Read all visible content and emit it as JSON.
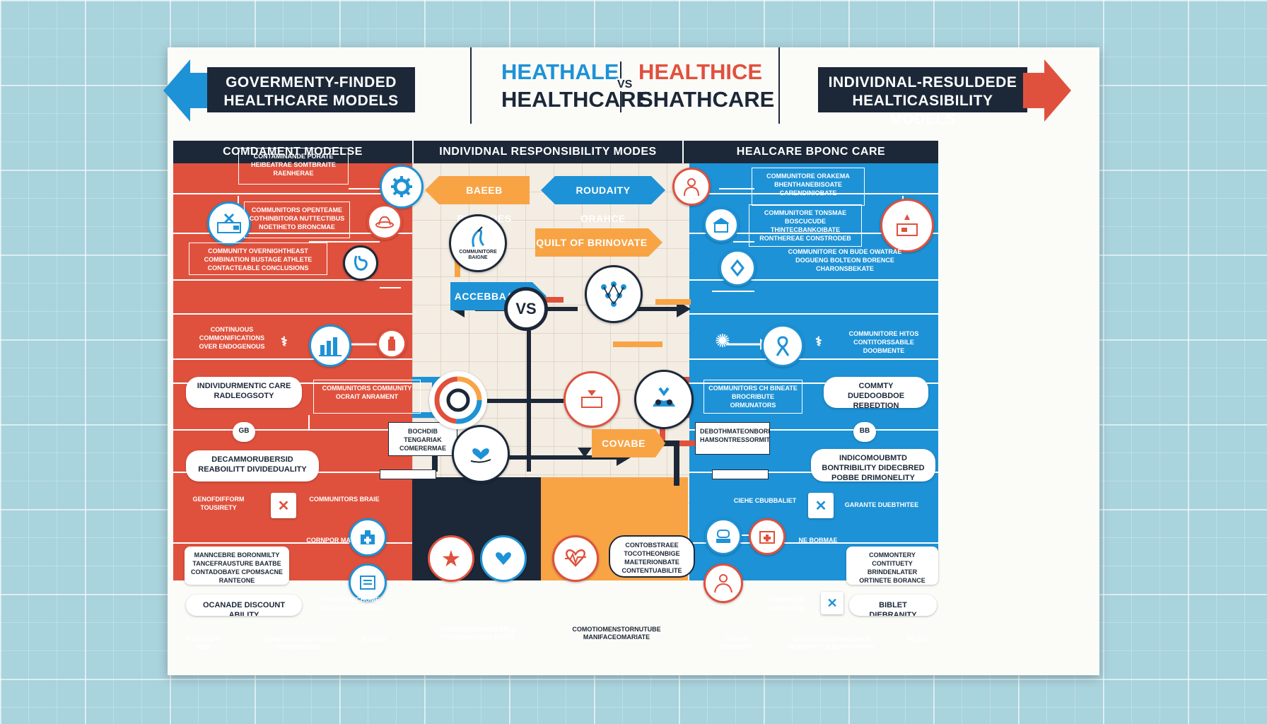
{
  "header": {
    "left_title_line1": "GOVERMENTY-FINDED",
    "left_title_line2": "HEALTHCARE MODELS",
    "center_left_top": "HEATHALE",
    "center_left_bottom": "HEALTHCARE",
    "center_vs": "VS",
    "center_right_top": "HEALTHICE",
    "center_right_bottom": "SHATHCARE",
    "right_title_line1": "INDIVIDNAL-RESULDEDE",
    "right_title_line2": "HEALTICASIBILITY MODELS"
  },
  "sections": {
    "left": "COMDAMENT MODELSE",
    "center": "INDIVIDNAL RESPONSIBILITY MODES",
    "right": "HEALCARE BPONC CARE"
  },
  "center_tags": {
    "tag1": "BAEEB BUSINOES",
    "tag2": "ROUDAITY ORAHCE",
    "tag3": "QUILT OF BRINOVATE",
    "tag4": "ACCEBBAACE",
    "tag5": "COVABE",
    "vs": "VS"
  },
  "left_panel": {
    "box1": "CONTAMINANDE PORATE HEIBEATRAE SOMTBRAITE RAENHERAE",
    "box2": "COMMUNITORS OPENTEAME COTHINBITORA NUTTECTIBUS NOETIHETO BRONCMAE",
    "box3": "COMMUNITY OVERNIGHTHEAST COMBINATION BUSTAGE ATHLETE CONTACTEABLE CONCLUSIONS",
    "box4": "CONTINUOUS COMMONIFICATIONS OVER ENDOGENOUS",
    "pill1": "INDIVIDURMENTIC CARE RADLEOGSOTY",
    "box5": "COMMUNITORS COMMUNITY OCRAIT ANRAMENT",
    "badge1": "GB",
    "pill2": "DECAMMORUBERSID REABOILITT DIVIDEDUALITY",
    "box6": "GENOFDIFFORM TOUSIRETY",
    "box7": "COMMUNITORS BRAIE",
    "pill3": "MANNCEBRE BORONMILTY TANCEFRAUSTURE BAATBE CONTADOBAYE CPOMSACNE RANTEONE",
    "box8": "CORNPOR MAT",
    "pill4": "OCANADE DISCOUNT ABILITY",
    "box9": "COMCOTECHOME DIOTROLIC RADENS",
    "foot1": "RAENGIEB RBB",
    "foot2": "COMMUNIGENERATION GAMINGEBUS",
    "foot3": "RAE RB",
    "wbox1": "BOCHDIB TENGARIAK COMERERMAE"
  },
  "center_panel": {
    "circle_label": "COMMUNITORE BAIGNE",
    "pill": "CONTOBSTRAEE TOCOTHEONBIGE MAETERIONBATE CONTENTUABILITE",
    "foot_navy": "COMBIDEMORAGEABLE CUVABANIGABE ENTRE",
    "foot_orange": "COMOTIOMENSTORNUTUBE MANIFACEOMARIATE"
  },
  "right_panel": {
    "box1": "COMMUNITORE ORAKEMA BHENTHANEBISOATE CARENDINIOBATE",
    "box2": "COMMUNITORE TONSMAE BOSCUCUDE THINTECBANKOIBATE RONTHEREAE CONSTRODEB",
    "box3": "COMMUNITORE ON BUDE OWATRAE DOGUENG BOLTEON BORENCE CHARONSBEKATE",
    "box4": "COMMUNITORE HITOS CONTITORSSABILE DOOBMENTE",
    "box5": "COMMUNITORS CH BINEATE BROCRIBUTE ORMUNATORS",
    "pill1": "COMMTY DUEDOOBDOE REBEDTION",
    "badge1": "BB",
    "wbox1": "DEBOTHMATEONBORE HAMSONTRESSORMITY",
    "pill2": "INDICOMOUBMTD BONTRIBILITY DIDECBRED POBBE DRIMONELITY",
    "box6": "CIEHE CBUBBALIET",
    "box7": "GARANTE DUEBTHITEE",
    "box8": "NE BOBMAE",
    "pill3": "COMMONTERY CONTITUETY BRINDENLATER ORTINETE BORANCE TOMILEEDITY",
    "box9": "CUMDBONE CAINDANEE",
    "pill4": "BIBLET DIEBRANITY",
    "foot1": "CRMAE ABABBATE",
    "foot2": "COMMOTIONIRANDANCE BOMSANTCE BOVATORATE",
    "foot3": "RB BR"
  },
  "colors": {
    "red": "#e0513d",
    "blue": "#1e92d6",
    "navy": "#1c2838",
    "orange": "#f8a445"
  }
}
